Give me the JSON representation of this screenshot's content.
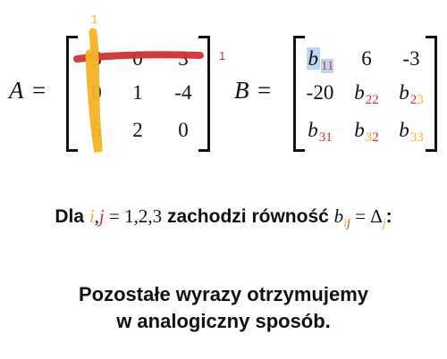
{
  "matrix_a": {
    "name": "A",
    "equals": "=",
    "cells": [
      [
        "3",
        "0",
        "3"
      ],
      [
        "0",
        "1",
        "-4"
      ],
      [
        "5",
        "2",
        "0"
      ]
    ]
  },
  "matrix_b": {
    "name": "B",
    "equals": "=",
    "cells": [
      [
        {
          "base": "b",
          "sub": "11",
          "sub_colors": [
            "#d03030",
            "#d03030"
          ]
        },
        {
          "text": "6"
        },
        {
          "text": "-3"
        }
      ],
      [
        {
          "text": "-20"
        },
        {
          "base": "b",
          "sub": "22",
          "sub_colors": [
            "#d03030",
            "#d03030"
          ]
        },
        {
          "base": "b",
          "sub": "23",
          "sub_colors": [
            "#d03030",
            "#f0b030"
          ]
        }
      ],
      [
        {
          "base": "b",
          "sub": "31",
          "sub_colors": [
            "#d03030",
            "#d03030"
          ]
        },
        {
          "base": "b",
          "sub": "32",
          "sub_colors": [
            "#f0b030",
            "#d03030"
          ]
        },
        {
          "base": "b",
          "sub": "33",
          "sub_colors": [
            "#f0b030",
            "#f0b030"
          ]
        }
      ]
    ]
  },
  "annotations": {
    "row_marker": "1",
    "col_marker": "1"
  },
  "caption": {
    "prefix": "Dla ",
    "i": "i",
    "comma": ",",
    "j": "j",
    "eq": " = 1,2,3",
    "mid": " zachodzi równość ",
    "b": "b",
    "bsub_i": "i",
    "bsub_j": "j",
    "eq2": " = Δ",
    "dsub_j": "j",
    "suffix": ":"
  },
  "conclusion": {
    "line1": "Pozostałe wyrazy otrzymujemy",
    "line2": "w analogiczny sposób."
  },
  "colors": {
    "red": "#d03030",
    "yellow": "#f0b030",
    "highlight": "#bcd6f3"
  }
}
